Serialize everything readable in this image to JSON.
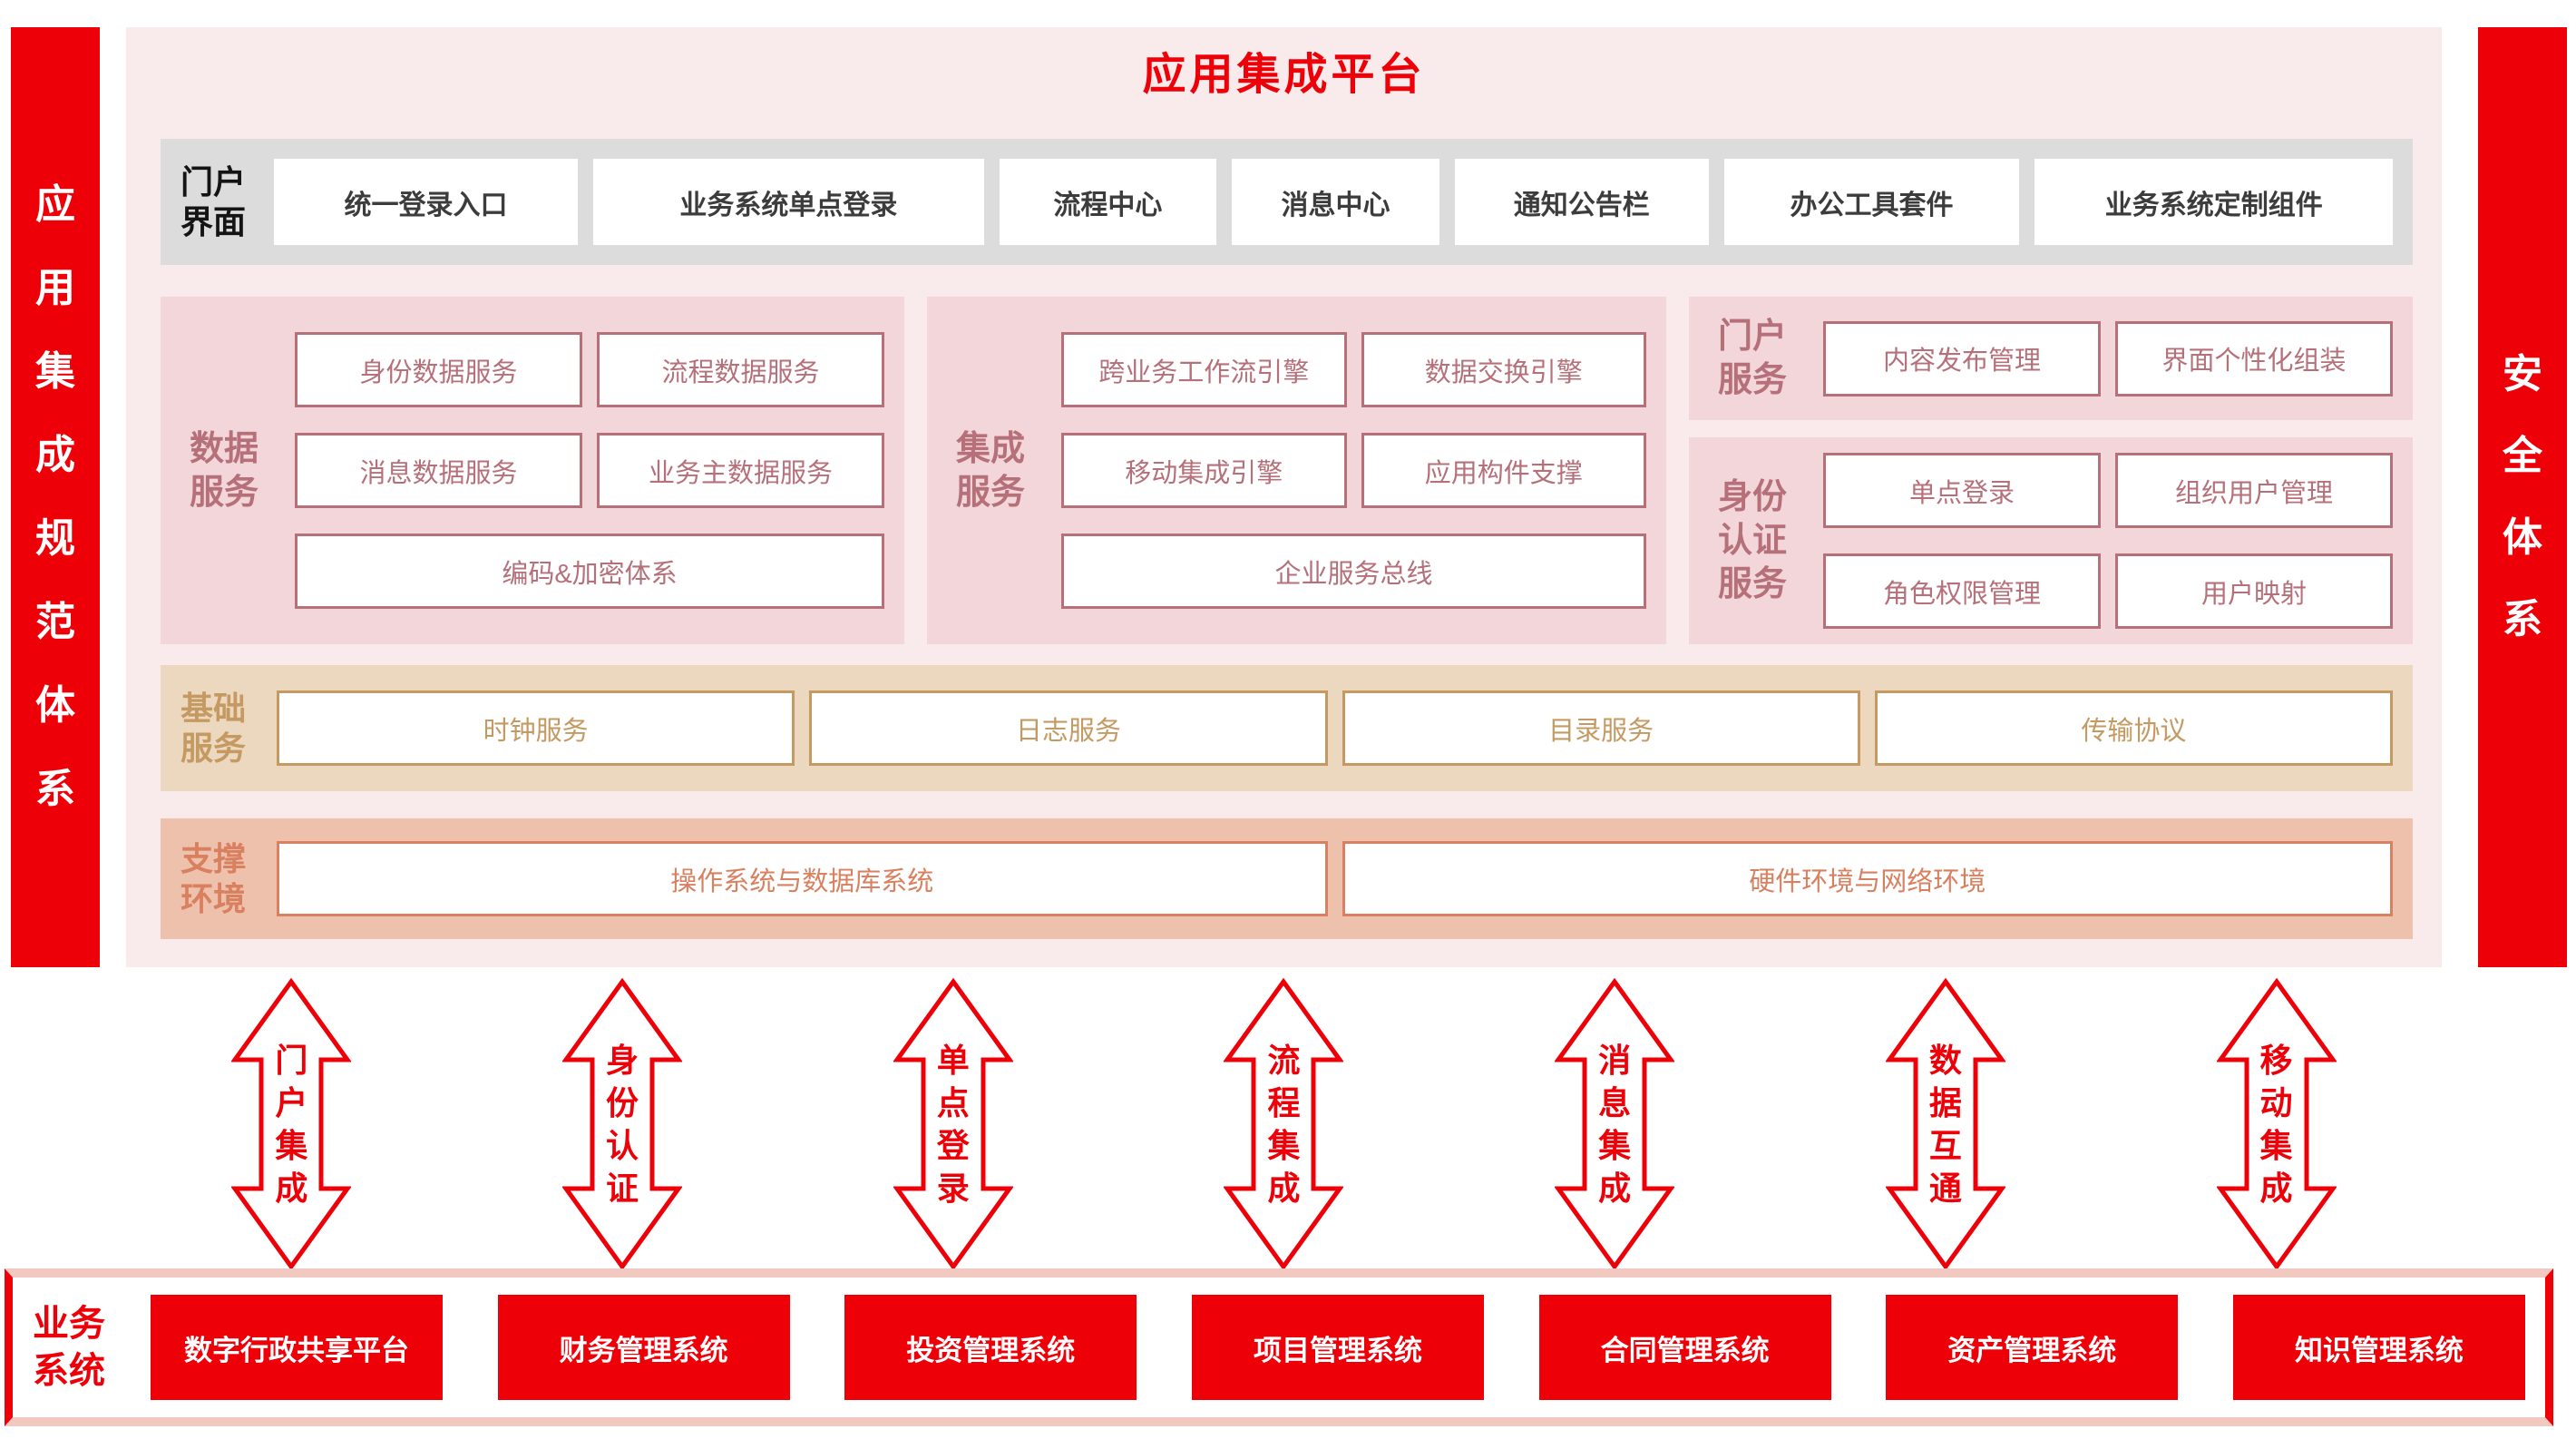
{
  "colors": {
    "red": "#ee0009",
    "main_panel_bg": "#f9ebeb",
    "service_panel_bg": "#f3d6d9",
    "rose": "#b57079",
    "portal_row_bg": "#dcdcdc",
    "base_row_bg": "#ecd8bf",
    "tan": "#c49a62",
    "support_row_bg": "#eec1ad",
    "salmon": "#d8805f",
    "bottom_border_pink": "#f2c9c0"
  },
  "left_bar": {
    "text": "应用集成规范体系"
  },
  "right_bar": {
    "text": "安全体系"
  },
  "platform": {
    "title": "应用集成平台",
    "portal_ui": {
      "label": "门户界面",
      "items": [
        "统一登录入口",
        "业务系统单点登录",
        "流程中心",
        "消息中心",
        "通知公告栏",
        "办公工具套件",
        "业务系统定制组件"
      ]
    },
    "data_services": {
      "label": "数据服务",
      "rows": [
        [
          "身份数据服务",
          "流程数据服务"
        ],
        [
          "消息数据服务",
          "业务主数据服务"
        ],
        [
          "编码&加密体系"
        ]
      ]
    },
    "integration_services": {
      "label": "集成服务",
      "rows": [
        [
          "跨业务工作流引擎",
          "数据交换引擎"
        ],
        [
          "移动集成引擎",
          "应用构件支撑"
        ],
        [
          "企业服务总线"
        ]
      ]
    },
    "portal_services": {
      "label": "门户服务",
      "rows": [
        [
          "内容发布管理",
          "界面个性化组装"
        ]
      ]
    },
    "identity_services": {
      "label": "身份认证服务",
      "rows": [
        [
          "单点登录",
          "组织用户管理"
        ],
        [
          "角色权限管理",
          "用户映射"
        ]
      ]
    },
    "base_services": {
      "label": "基础服务",
      "items": [
        "时钟服务",
        "日志服务",
        "目录服务",
        "传输协议"
      ]
    },
    "support_env": {
      "label": "支撑环境",
      "items": [
        "操作系统与数据库系统",
        "硬件环境与网络环境"
      ]
    }
  },
  "integration_arrows": [
    "门户集成",
    "身份认证",
    "单点登录",
    "流程集成",
    "消息集成",
    "数据互通",
    "移动集成"
  ],
  "business_systems": {
    "label": "业务系统",
    "items": [
      "数字行政共享平台",
      "财务管理系统",
      "投资管理系统",
      "项目管理系统",
      "合同管理系统",
      "资产管理系统",
      "知识管理系统"
    ]
  }
}
